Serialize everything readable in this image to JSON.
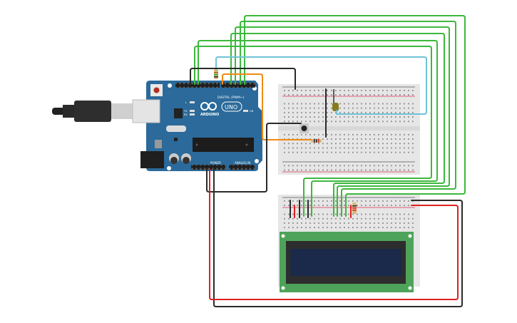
{
  "board": {
    "brand": "ARDUINO",
    "model": "UNO",
    "digital_label": "DIGITAL (PWM~)",
    "power_label": "POWER",
    "analog_label": "ANALOG IN",
    "led_l": "L",
    "led_tx": "TX",
    "led_rx": "RX",
    "led_on": "ON"
  },
  "colors": {
    "board": "#2b6a9a",
    "wire_green": "#3db83d",
    "wire_blue": "#6fc3d8",
    "wire_orange": "#f08a12",
    "wire_black": "#2a2a2a",
    "wire_red": "#e02020",
    "breadboard": "#e6e6e6",
    "lcd_pcb": "#4ea35a",
    "lcd_screen": "#1b2a4a"
  }
}
